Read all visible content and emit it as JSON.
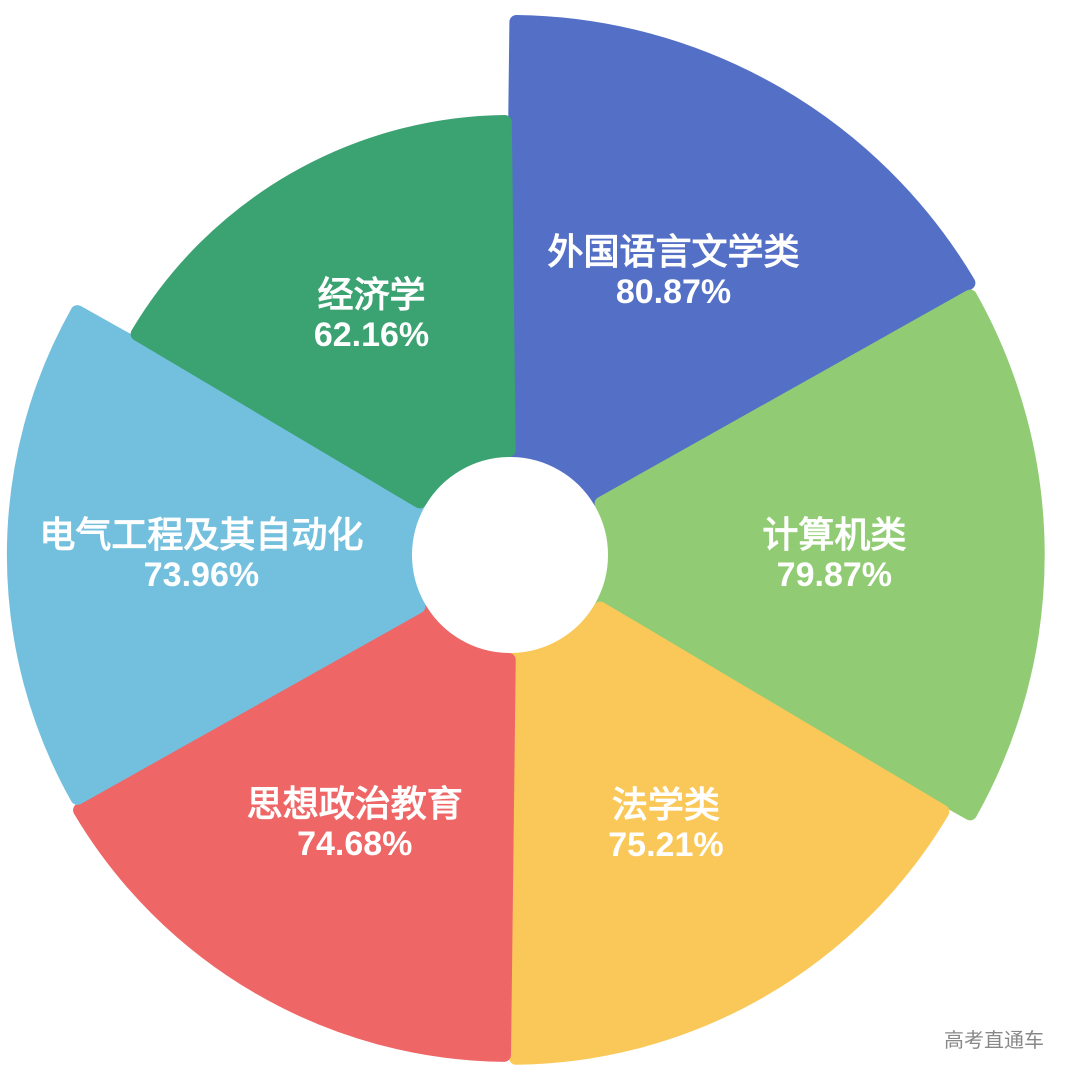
{
  "chart_data": {
    "type": "pie",
    "variant": "nightingale-rose",
    "title": "",
    "categories": [
      "外国语言文学类",
      "计算机类",
      "法学类",
      "思想政治教育",
      "电气工程及其自动化",
      "经济学"
    ],
    "values": [
      80.87,
      79.87,
      75.21,
      74.68,
      73.96,
      62.16
    ],
    "labels": [
      "80.87%",
      "79.87%",
      "75.21%",
      "74.68%",
      "73.96%",
      "62.16%"
    ],
    "colors": [
      "#5470c6",
      "#91cc75",
      "#fac858",
      "#ee6666",
      "#73c0de",
      "#3ba272"
    ],
    "unit": "%",
    "legend": "none"
  },
  "watermark": "高考直通车"
}
